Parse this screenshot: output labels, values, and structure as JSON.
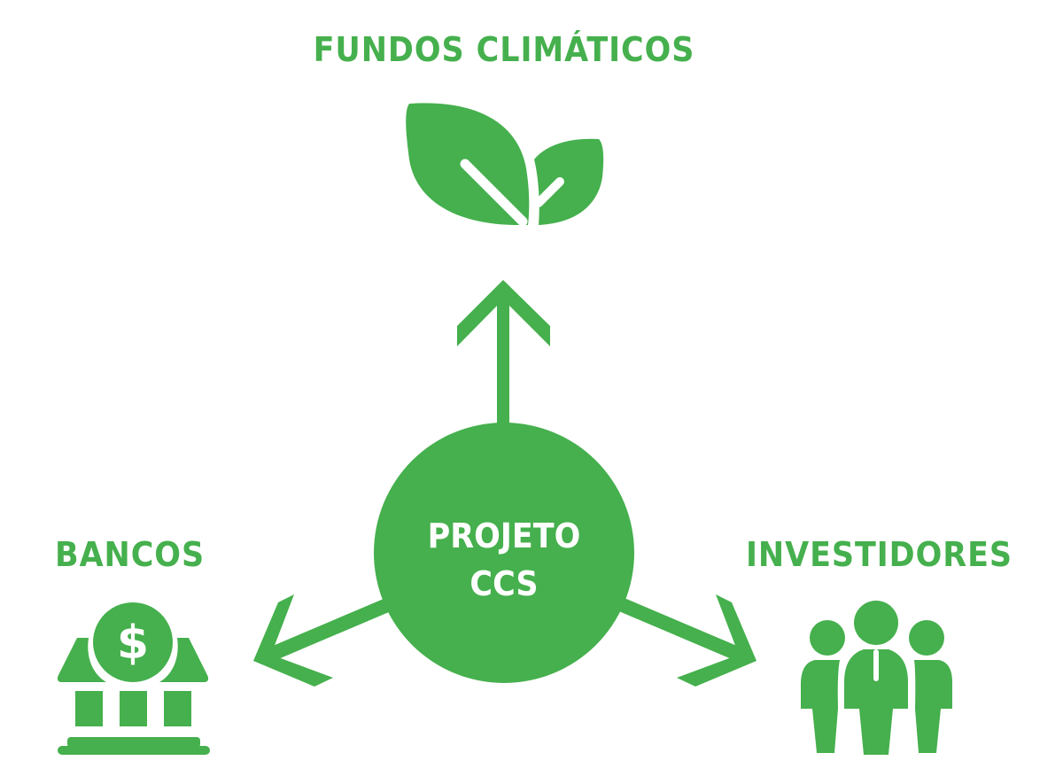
{
  "center": {
    "line1": "PROJETO",
    "line2": "CCS"
  },
  "targets": {
    "top": "FUNDOS CLIMÁTICOS",
    "left": "BANCOS",
    "right": "INVESTIDORES"
  },
  "icons": {
    "top": "leaf-icon",
    "left": "bank-icon",
    "right": "people-icon"
  },
  "colors": {
    "accent": "#45b04d",
    "background": "#ffffff"
  }
}
